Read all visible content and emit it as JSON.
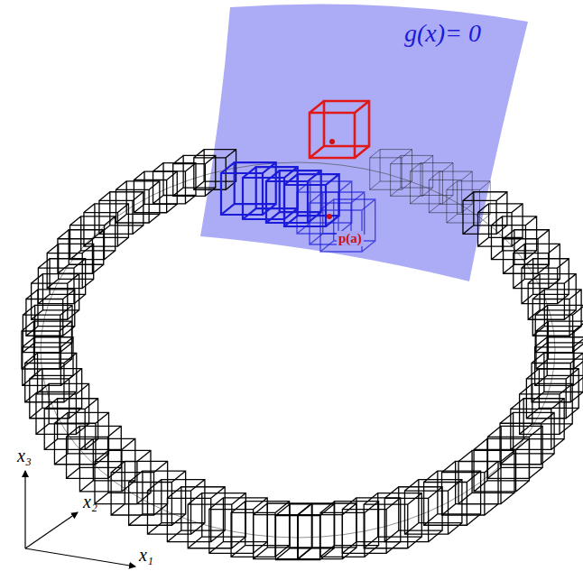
{
  "diagram": {
    "labels": [
      "g(x)= 0",
      "p(a)",
      "x₃",
      "x₂",
      "x₁"
    ]
  }
}
